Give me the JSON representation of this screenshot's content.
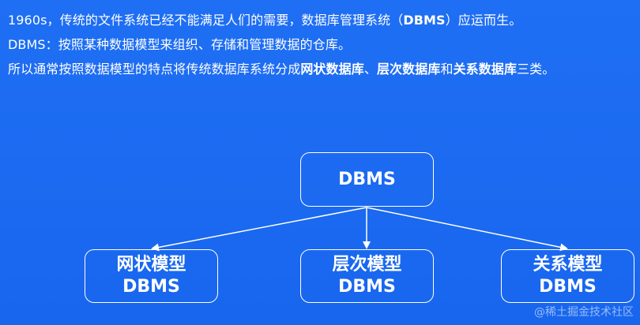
{
  "intro": {
    "line1": {
      "before": "1960s，传统的文件系统已经不能满足人们的需要，数据库管理系统（",
      "bold": "DBMS",
      "after": "）应运而生。"
    },
    "line2": "DBMS：按照某种数据模型来组织、存储和管理数据的仓库。",
    "line3": {
      "p1": "所以通常按照数据模型的特点将传统数据库系统分成",
      "b1": "网状数据库",
      "p2": "、",
      "b2": "层次数据库",
      "p3": "和",
      "b3": "关系数据库",
      "p4": "三类。"
    }
  },
  "diagram": {
    "root": "DBMS",
    "children": [
      {
        "line1": "网状模型",
        "line2": "DBMS"
      },
      {
        "line1": "层次模型",
        "line2": "DBMS"
      },
      {
        "line1": "关系模型",
        "line2": "DBMS"
      }
    ]
  },
  "watermark": "@稀土掘金技术社区",
  "colors": {
    "background": "#1c6cf2",
    "foreground": "#ffffff"
  }
}
